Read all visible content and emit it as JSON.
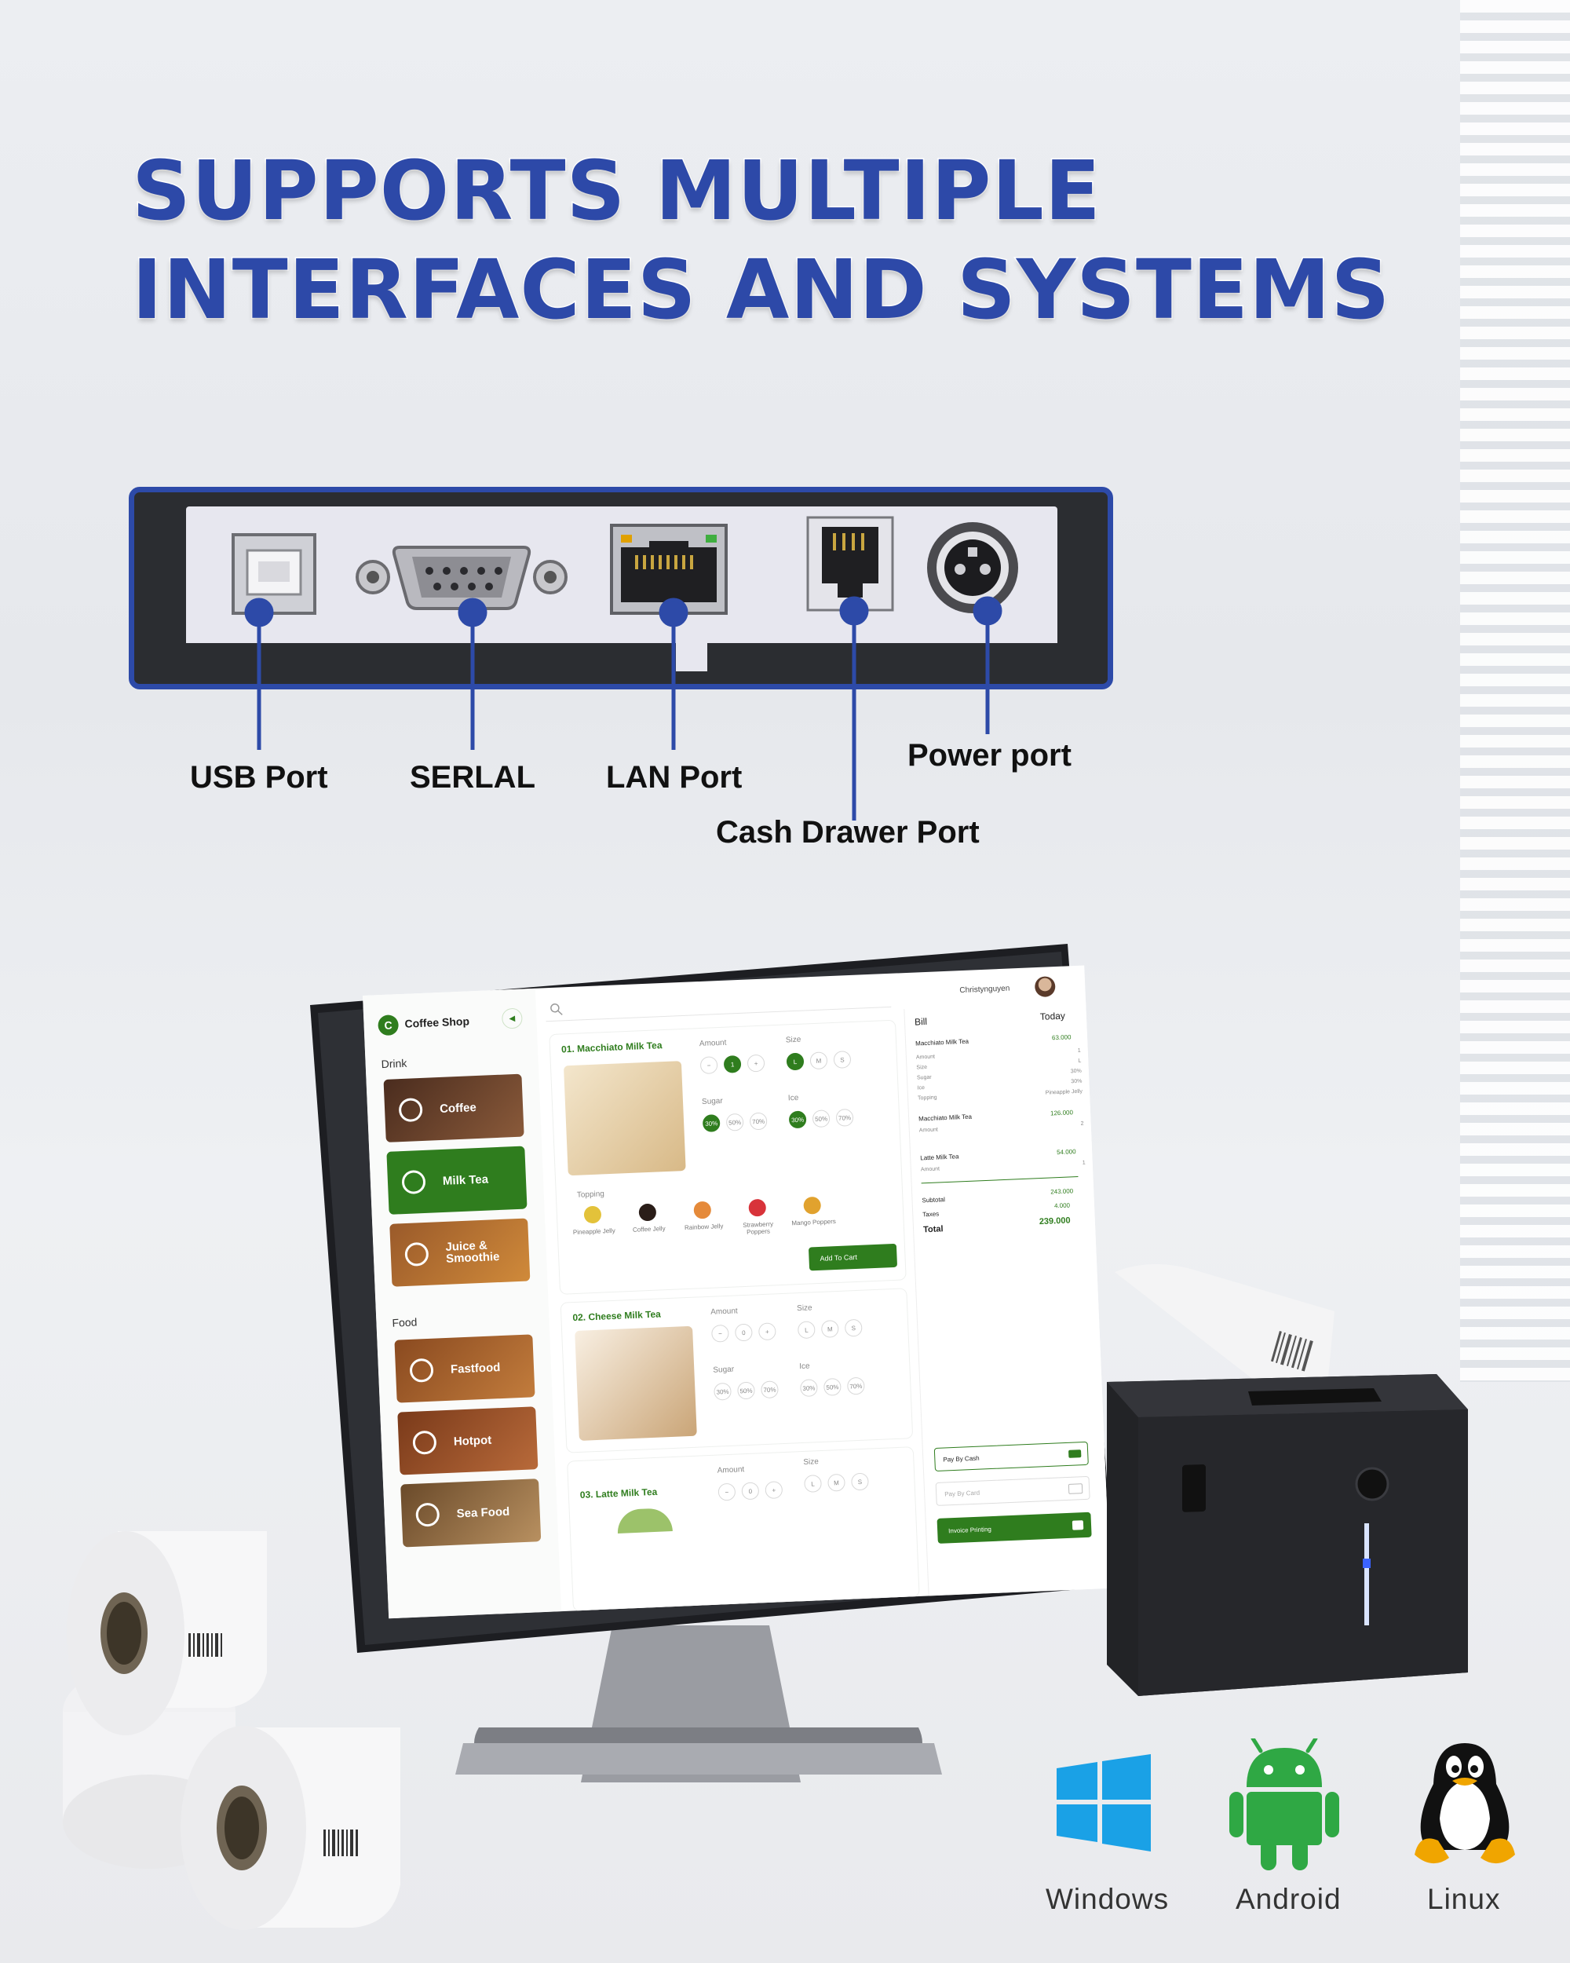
{
  "headline": {
    "line1": "SUPPORTS MULTIPLE",
    "line2": "INTERFACES AND SYSTEMS"
  },
  "ports": {
    "usb": "USB Port",
    "serial": "SERLAL",
    "lan": "LAN Port",
    "cash_drawer": "Cash Drawer Port",
    "power": "Power port"
  },
  "colors": {
    "headline": "#2d49a8",
    "callout": "#2d4aa8",
    "ui_green": "#2f7d1e",
    "windows": "#1aa1e6",
    "android": "#2fa844"
  },
  "os": [
    {
      "label": "Windows",
      "icon": "windows-logo-icon"
    },
    {
      "label": "Android",
      "icon": "android-logo-icon"
    },
    {
      "label": "Linux",
      "icon": "linux-tux-icon"
    }
  ],
  "pos_app": {
    "brand": "Coffee Shop",
    "brand_initial": "C",
    "user": "Christynguyen",
    "categories_drink_label": "Drink",
    "categories_food_label": "Food",
    "drink_categories": [
      "Coffee",
      "Milk Tea",
      "Juice & Smoothie"
    ],
    "food_categories": [
      "Fastfood",
      "Hotpot",
      "Sea Food"
    ],
    "products": [
      {
        "title": "01. Macchiato Milk Tea"
      },
      {
        "title": "02. Cheese Milk Tea"
      },
      {
        "title": "03. Latte Milk Tea"
      }
    ],
    "option_labels": {
      "amount": "Amount",
      "size": "Size",
      "sugar": "Sugar",
      "ice": "Ice",
      "topping": "Topping"
    },
    "amount_value": "1",
    "amount_zero": "0",
    "sizes": [
      "L",
      "M",
      "S"
    ],
    "levels": [
      "30%",
      "50%",
      "70%"
    ],
    "toppings": [
      "Pineapple Jelly",
      "Coffee Jelly",
      "Rainbow Jelly",
      "Strawberry Poppers",
      "Mango Poppers"
    ],
    "add_to_cart": "Add To Cart",
    "bill": {
      "title": "Bill",
      "date": "Today",
      "items": [
        {
          "name": "Macchiato Milk Tea",
          "price": "63.000"
        },
        {
          "name": "Macchiato Milk Tea",
          "price": "126.000"
        },
        {
          "name": "Latte Milk Tea",
          "price": "54.000"
        }
      ],
      "detail_labels": [
        "Amount",
        "Size",
        "Sugar",
        "Ice",
        "Topping"
      ],
      "detail_values": [
        "1",
        "L",
        "30%",
        "30%",
        "Pineapple Jelly"
      ],
      "amount_label": "Amount",
      "amount_2": "2",
      "amount_3": "1",
      "subtotal_label": "Subtotal",
      "subtotal": "243.000",
      "taxes_label": "Taxes",
      "taxes": "4.000",
      "total_label": "Total",
      "total": "239.000",
      "pay_cash": "Pay By Cash",
      "pay_card": "Pay By Card",
      "invoice": "Invoice Printing"
    }
  }
}
